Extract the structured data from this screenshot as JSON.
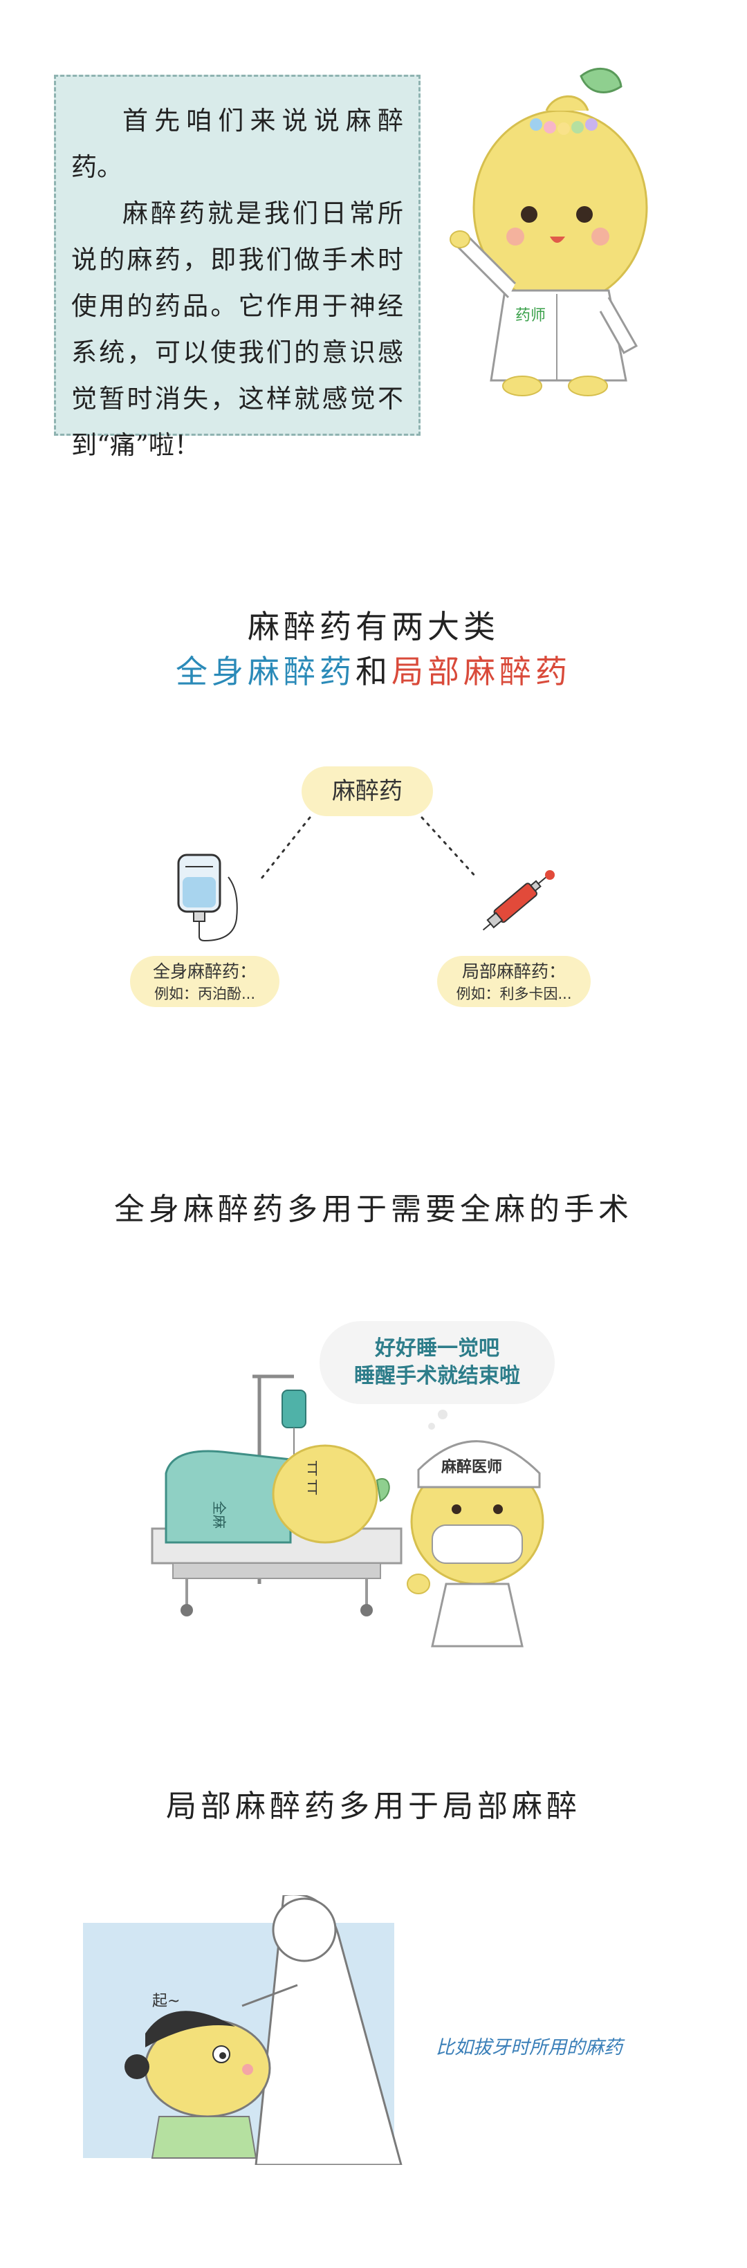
{
  "intro": {
    "line1": "首先咱们来说说麻醉药。",
    "line2": "麻醉药就是我们日常所说的麻药，即我们做手术时使用的药品。它作用于神经系统，可以使我们的意识感觉暂时消失，这样就感觉不到“痛”啦！"
  },
  "mascot": {
    "coat_label": "药师"
  },
  "categories": {
    "title": "麻醉药有两大类",
    "general": "全身麻醉药",
    "conj": "和",
    "local": "局部麻醉药"
  },
  "diagram": {
    "root": "麻醉药",
    "general_label": "全身麻醉药：",
    "general_example": "例如：丙泊酚...",
    "local_label": "局部麻醉药：",
    "local_example": "例如：利多卡因..."
  },
  "general_section": {
    "heading": "全身麻醉药多用于需要全麻的手术",
    "speech_line1": "好好睡一觉吧",
    "speech_line2": "睡醒手术就结束啦",
    "doctor_hat": "麻醉医师",
    "blanket": "全麻",
    "patient_eyes": "TT TT"
  },
  "local_section": {
    "heading": "局部麻醉药多用于局部麻醉",
    "sound": "起~",
    "caption": "比如拔牙时所用的麻药"
  },
  "colors": {
    "box_bg": "#d9ebea",
    "mascot_yellow": "#f3e07a",
    "accent_blue": "#2a8ab8",
    "accent_red": "#d94a3a",
    "pill_bg": "#fbf1c2"
  }
}
